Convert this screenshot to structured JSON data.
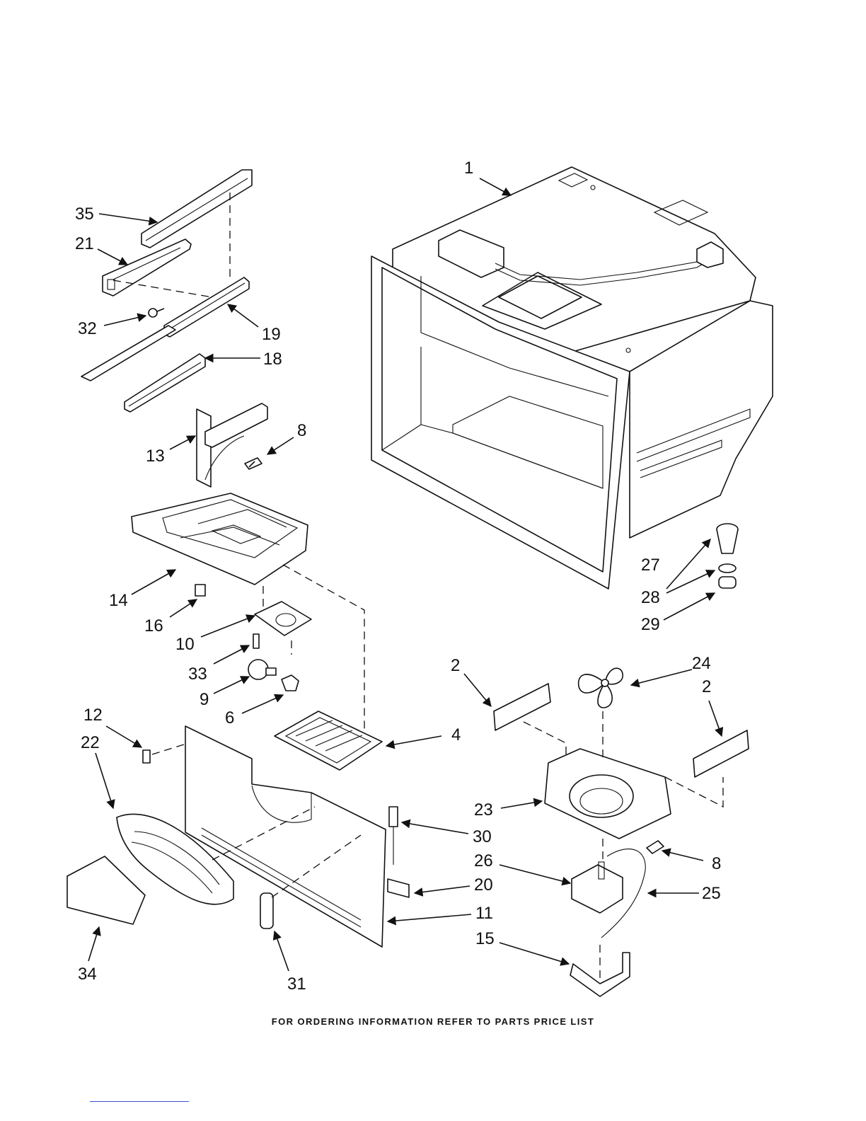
{
  "callouts": [
    {
      "id": "1",
      "label": "1"
    },
    {
      "id": "35",
      "label": "35"
    },
    {
      "id": "21",
      "label": "21"
    },
    {
      "id": "32",
      "label": "32"
    },
    {
      "id": "19",
      "label": "19"
    },
    {
      "id": "18",
      "label": "18"
    },
    {
      "id": "13",
      "label": "13"
    },
    {
      "id": "8a",
      "label": "8"
    },
    {
      "id": "14",
      "label": "14"
    },
    {
      "id": "16",
      "label": "16"
    },
    {
      "id": "10",
      "label": "10"
    },
    {
      "id": "33",
      "label": "33"
    },
    {
      "id": "9",
      "label": "9"
    },
    {
      "id": "6",
      "label": "6"
    },
    {
      "id": "4",
      "label": "4"
    },
    {
      "id": "12",
      "label": "12"
    },
    {
      "id": "22",
      "label": "22"
    },
    {
      "id": "30",
      "label": "30"
    },
    {
      "id": "20",
      "label": "20"
    },
    {
      "id": "11",
      "label": "11"
    },
    {
      "id": "34",
      "label": "34"
    },
    {
      "id": "31",
      "label": "31"
    },
    {
      "id": "27",
      "label": "27"
    },
    {
      "id": "28",
      "label": "28"
    },
    {
      "id": "29",
      "label": "29"
    },
    {
      "id": "2a",
      "label": "2"
    },
    {
      "id": "24",
      "label": "24"
    },
    {
      "id": "2b",
      "label": "2"
    },
    {
      "id": "23",
      "label": "23"
    },
    {
      "id": "8b",
      "label": "8"
    },
    {
      "id": "26",
      "label": "26"
    },
    {
      "id": "25",
      "label": "25"
    },
    {
      "id": "15",
      "label": "15"
    }
  ],
  "footer": {
    "note": "FOR ORDERING INFORMATION REFER TO PARTS PRICE LIST"
  }
}
